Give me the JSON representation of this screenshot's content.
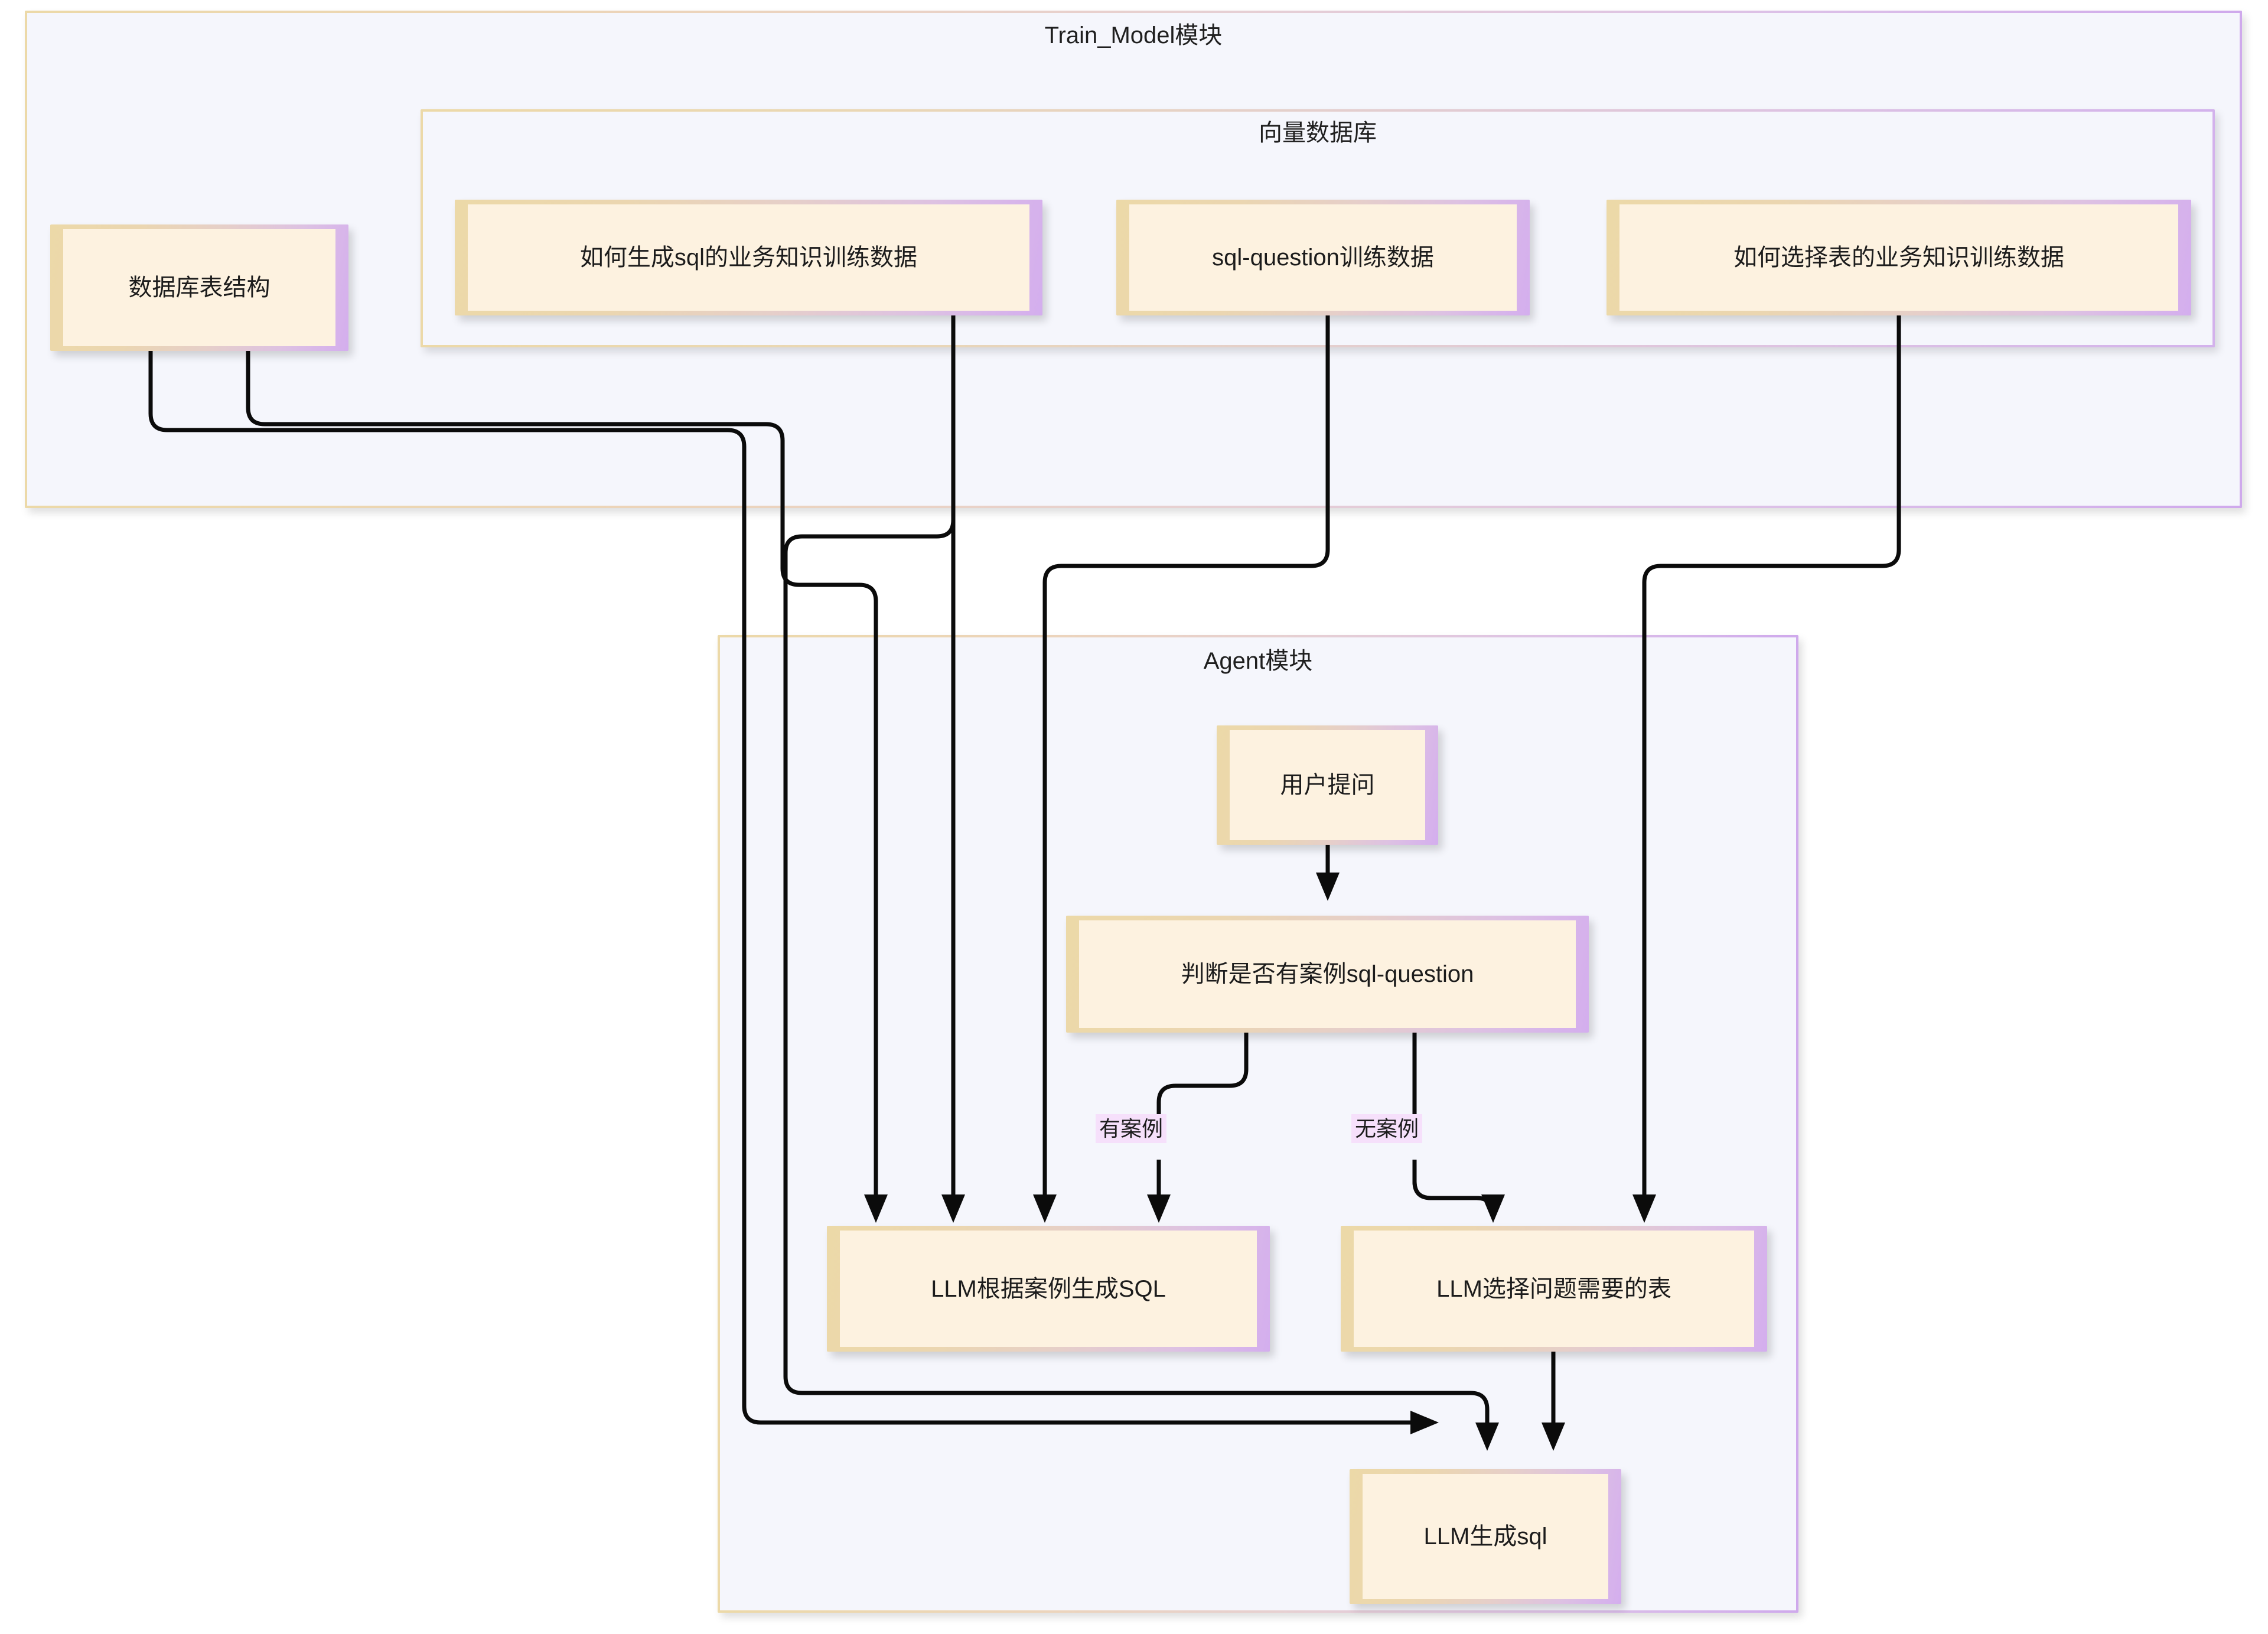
{
  "diagram": {
    "type": "flowchart",
    "clusters": [
      {
        "id": "train_model",
        "title": "Train_Model模块"
      },
      {
        "id": "vector_db",
        "title": "向量数据库"
      },
      {
        "id": "agent",
        "title": "Agent模块"
      }
    ],
    "nodes": [
      {
        "id": "db_schema",
        "label": "数据库表结构"
      },
      {
        "id": "howto_gen_sql",
        "label": "如何生成sql的业务知识训练数据"
      },
      {
        "id": "sql_question",
        "label": "sql-question训练数据"
      },
      {
        "id": "howto_pick_tbl",
        "label": "如何选择表的业务知识训练数据"
      },
      {
        "id": "user_question",
        "label": "用户提问"
      },
      {
        "id": "judge_case",
        "label": "判断是否有案例sql-question"
      },
      {
        "id": "llm_gen_by_case",
        "label": "LLM根据案例生成SQL"
      },
      {
        "id": "llm_pick_table",
        "label": "LLM选择问题需要的表"
      },
      {
        "id": "llm_gen_sql",
        "label": "LLM生成sql"
      }
    ],
    "edge_labels": [
      {
        "id": "has_case",
        "label": "有案例"
      },
      {
        "id": "no_case",
        "label": "无案例"
      }
    ],
    "edges": [
      {
        "from": "user_question",
        "to": "judge_case",
        "label": ""
      },
      {
        "from": "judge_case",
        "to": "llm_gen_by_case",
        "label": "有案例"
      },
      {
        "from": "judge_case",
        "to": "llm_pick_table",
        "label": "无案例"
      },
      {
        "from": "howto_gen_sql",
        "to": "llm_gen_by_case",
        "label": ""
      },
      {
        "from": "sql_question",
        "to": "llm_gen_by_case",
        "label": ""
      },
      {
        "from": "db_schema",
        "to": "llm_gen_by_case",
        "label": ""
      },
      {
        "from": "howto_pick_tbl",
        "to": "llm_pick_table",
        "label": ""
      },
      {
        "from": "db_schema",
        "to": "llm_gen_sql",
        "label": ""
      },
      {
        "from": "howto_gen_sql",
        "to": "llm_gen_sql",
        "label": ""
      },
      {
        "from": "llm_pick_table",
        "to": "llm_gen_sql",
        "label": ""
      }
    ],
    "colors": {
      "node_fill": "#fdf2e0",
      "cluster_fill": "#f5f6fc",
      "border_start": "#ecd9a8",
      "border_end": "#cfa9ec",
      "edge_label_fill": "#f6e0fb",
      "edge_stroke": "#0b0b0b",
      "text": "#1c1c1c",
      "page_background": "#ffffff"
    }
  }
}
